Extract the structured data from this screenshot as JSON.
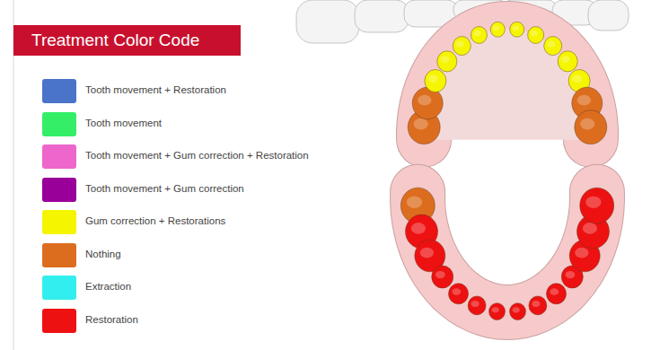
{
  "diagram": {
    "title": "Treatment Color Code",
    "legend": [
      {
        "text": "Tooth movement + Restoration",
        "color": "#4a74c9"
      },
      {
        "text": "Tooth movement",
        "color": "#33ee66"
      },
      {
        "text": "Tooth movement + Gum correction + Restoration",
        "color": "#ee66cc"
      },
      {
        "text": "Tooth movement + Gum correction",
        "color": "#990099"
      },
      {
        "text": "Gum correction + Restorations",
        "color": "#f5f500"
      },
      {
        "text": "Nothing",
        "color": "#dd6d1e"
      },
      {
        "text": "Extraction",
        "color": "#33eeee"
      },
      {
        "text": "Restoration",
        "color": "#ee1111"
      }
    ]
  }
}
